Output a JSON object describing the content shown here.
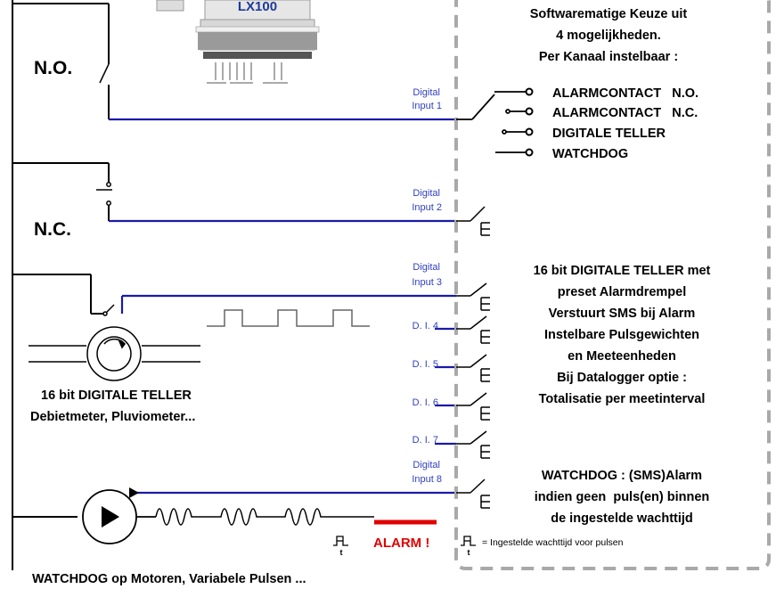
{
  "device": {
    "label": "LX100"
  },
  "switch_labels": {
    "no": "N.O.",
    "nc": "N.C."
  },
  "inputs": [
    {
      "line1": "Digital",
      "line2": "Input 1"
    },
    {
      "line1": "Digital",
      "line2": "Input 2"
    },
    {
      "line1": "Digital",
      "line2": "Input 3"
    },
    {
      "line1": "D. I. 4"
    },
    {
      "line1": "D. I. 5"
    },
    {
      "line1": "D. I. 6"
    },
    {
      "line1": "D. I. 7"
    },
    {
      "line1": "Digital",
      "line2": "Input 8"
    }
  ],
  "software_choice": {
    "heading": [
      "Softwarematige Keuze uit",
      "4 mogelijkheden.",
      "Per Kanaal  instelbaar :"
    ],
    "options": [
      "ALARMCONTACT   N.O.",
      "ALARMCONTACT   N.C.",
      "DIGITALE TELLER",
      "WATCHDOG"
    ]
  },
  "counter_description": [
    "16 bit DIGITALE TELLER met",
    "preset Alarmdrempel",
    "Verstuurt SMS bij Alarm",
    "Instelbare Pulsgewichten",
    "en Meeteenheden",
    "Bij Datalogger optie :",
    "Totalisatie per meetinterval"
  ],
  "flowmeter_caption": [
    "16 bit DIGITALE TELLER",
    "Debietmeter, Pluviometer..."
  ],
  "watchdog_description": [
    "WATCHDOG : (SMS)Alarm",
    "indien geen  puls(en) binnen",
    "de ingestelde wachttijd"
  ],
  "alarm_label": "ALARM !",
  "legend_text": "= Ingestelde wachttijd voor pulsen",
  "timer_symbol": "t",
  "motor_caption": "WATCHDOG op Motoren, Variabele Pulsen ...",
  "colors": {
    "signal_line": "#1a1aa8",
    "input_label": "#2e3fbf",
    "alarm": "#e00000",
    "dashed_border": "#a9a9a9"
  }
}
